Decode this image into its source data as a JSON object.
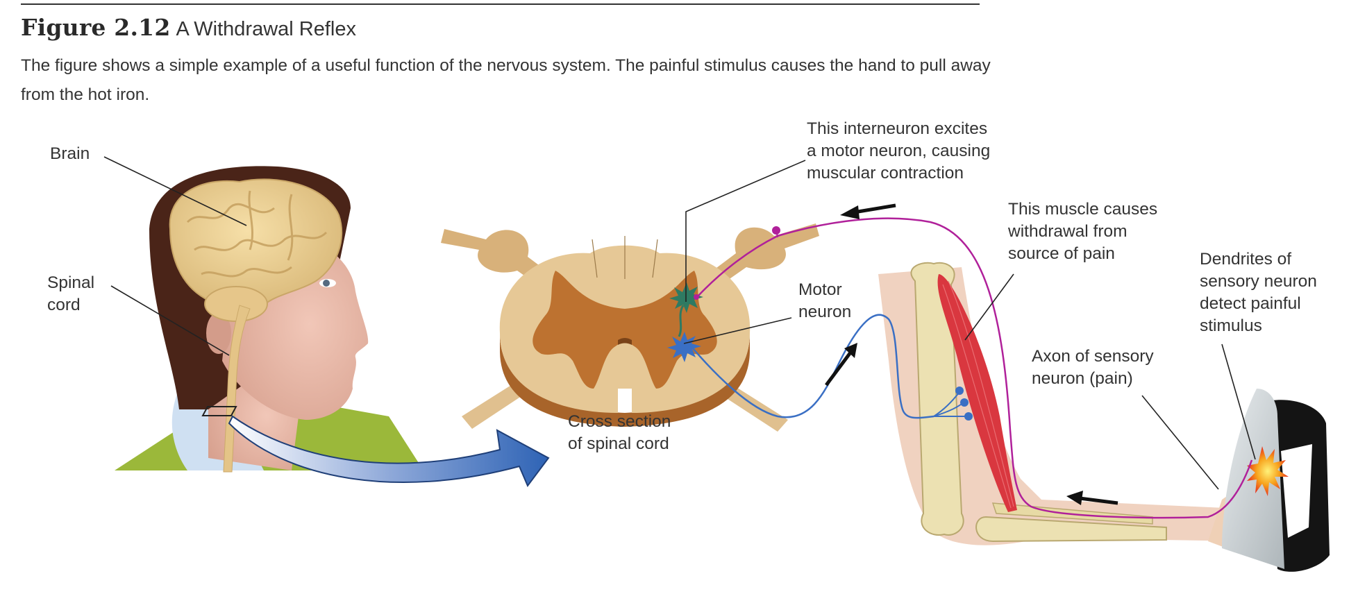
{
  "figure": {
    "number": "Figure 2.12",
    "title": "A Withdrawal Reflex",
    "caption": "The figure shows a simple example of a useful function of the nervous system. The painful stimulus causes the hand to pull away from the hot iron."
  },
  "labels": {
    "brain": "Brain",
    "spinal_cord": [
      "Spinal",
      "cord"
    ],
    "cross_section": [
      "Cross section",
      "of spinal cord"
    ],
    "interneuron": [
      "This interneuron excites",
      "a motor neuron, causing",
      "muscular contraction"
    ],
    "motor_neuron": [
      "Motor",
      "neuron"
    ],
    "muscle": [
      "This muscle causes",
      "withdrawal from",
      "source of pain"
    ],
    "dendrites": [
      "Dendrites of",
      "sensory neuron",
      "detect painful",
      "stimulus"
    ],
    "axon": [
      "Axon of sensory",
      "neuron (pain)"
    ]
  },
  "colors": {
    "sensory_neuron": "#b0209a",
    "motor_neuron": "#3a6fc4",
    "interneuron": "#2e7a62",
    "gray_matter": "#b87333",
    "white_matter": "#e0c08f",
    "muscle": "#d9373f",
    "arrow_blue": "#2e63b5"
  }
}
